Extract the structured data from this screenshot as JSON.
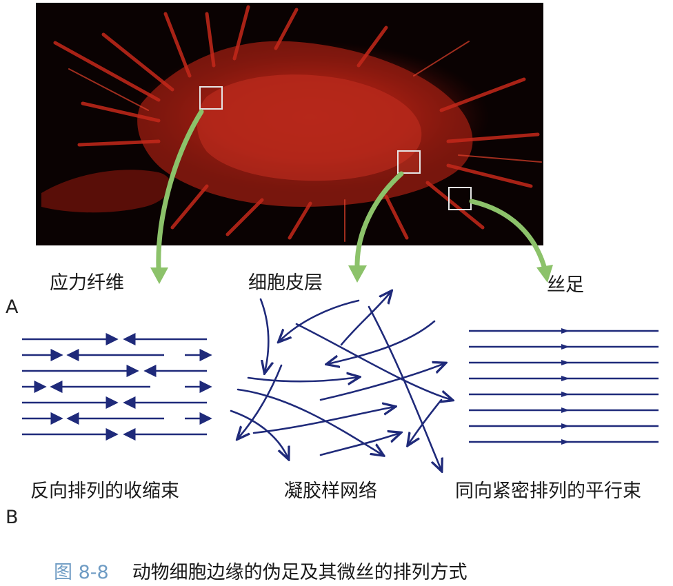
{
  "labels": {
    "stress_fiber": "应力纤维",
    "cell_cortex": "细胞皮层",
    "filopodium": "丝足",
    "panel_a": "A",
    "panel_b": "B",
    "contractile_bundle": "反向排列的收缩束",
    "gel_network": "凝胶样网络",
    "parallel_bundle": "同向紧密排列的平行束"
  },
  "caption": {
    "number": "图 8-8",
    "text": "动物细胞边缘的伪足及其微丝的排列方式"
  },
  "colors": {
    "micrograph_bg": "#0a0202",
    "cell_red": "#c4281a",
    "arrow_green": "#8cc26a",
    "filament_navy": "#1f2a7a",
    "caption_blue": "#6f9cc4"
  }
}
